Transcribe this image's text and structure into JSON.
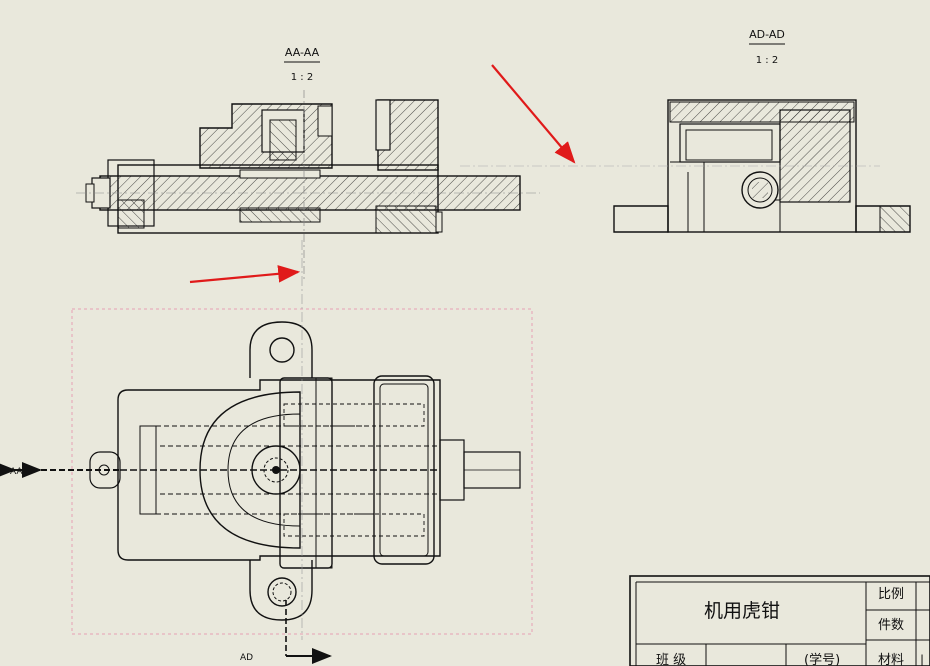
{
  "views": {
    "section_aa": {
      "label": "AA-AA",
      "scale": "1 : 2"
    },
    "section_ad": {
      "label": "AD-AD",
      "scale": "1 : 2"
    },
    "cut_label_left": "AA",
    "cut_label_bottom": "AD"
  },
  "title_block": {
    "title": "机用虎钳",
    "scale_label": "比例",
    "count_label": "件数",
    "class_label": "班 级",
    "student_id_label": "(学号)",
    "material_label": "材料"
  },
  "colors": {
    "background": "#e9e8dc",
    "line": "#111111",
    "annotation_arrow": "#e01a1a",
    "selection_box": "#e6a0b4"
  }
}
